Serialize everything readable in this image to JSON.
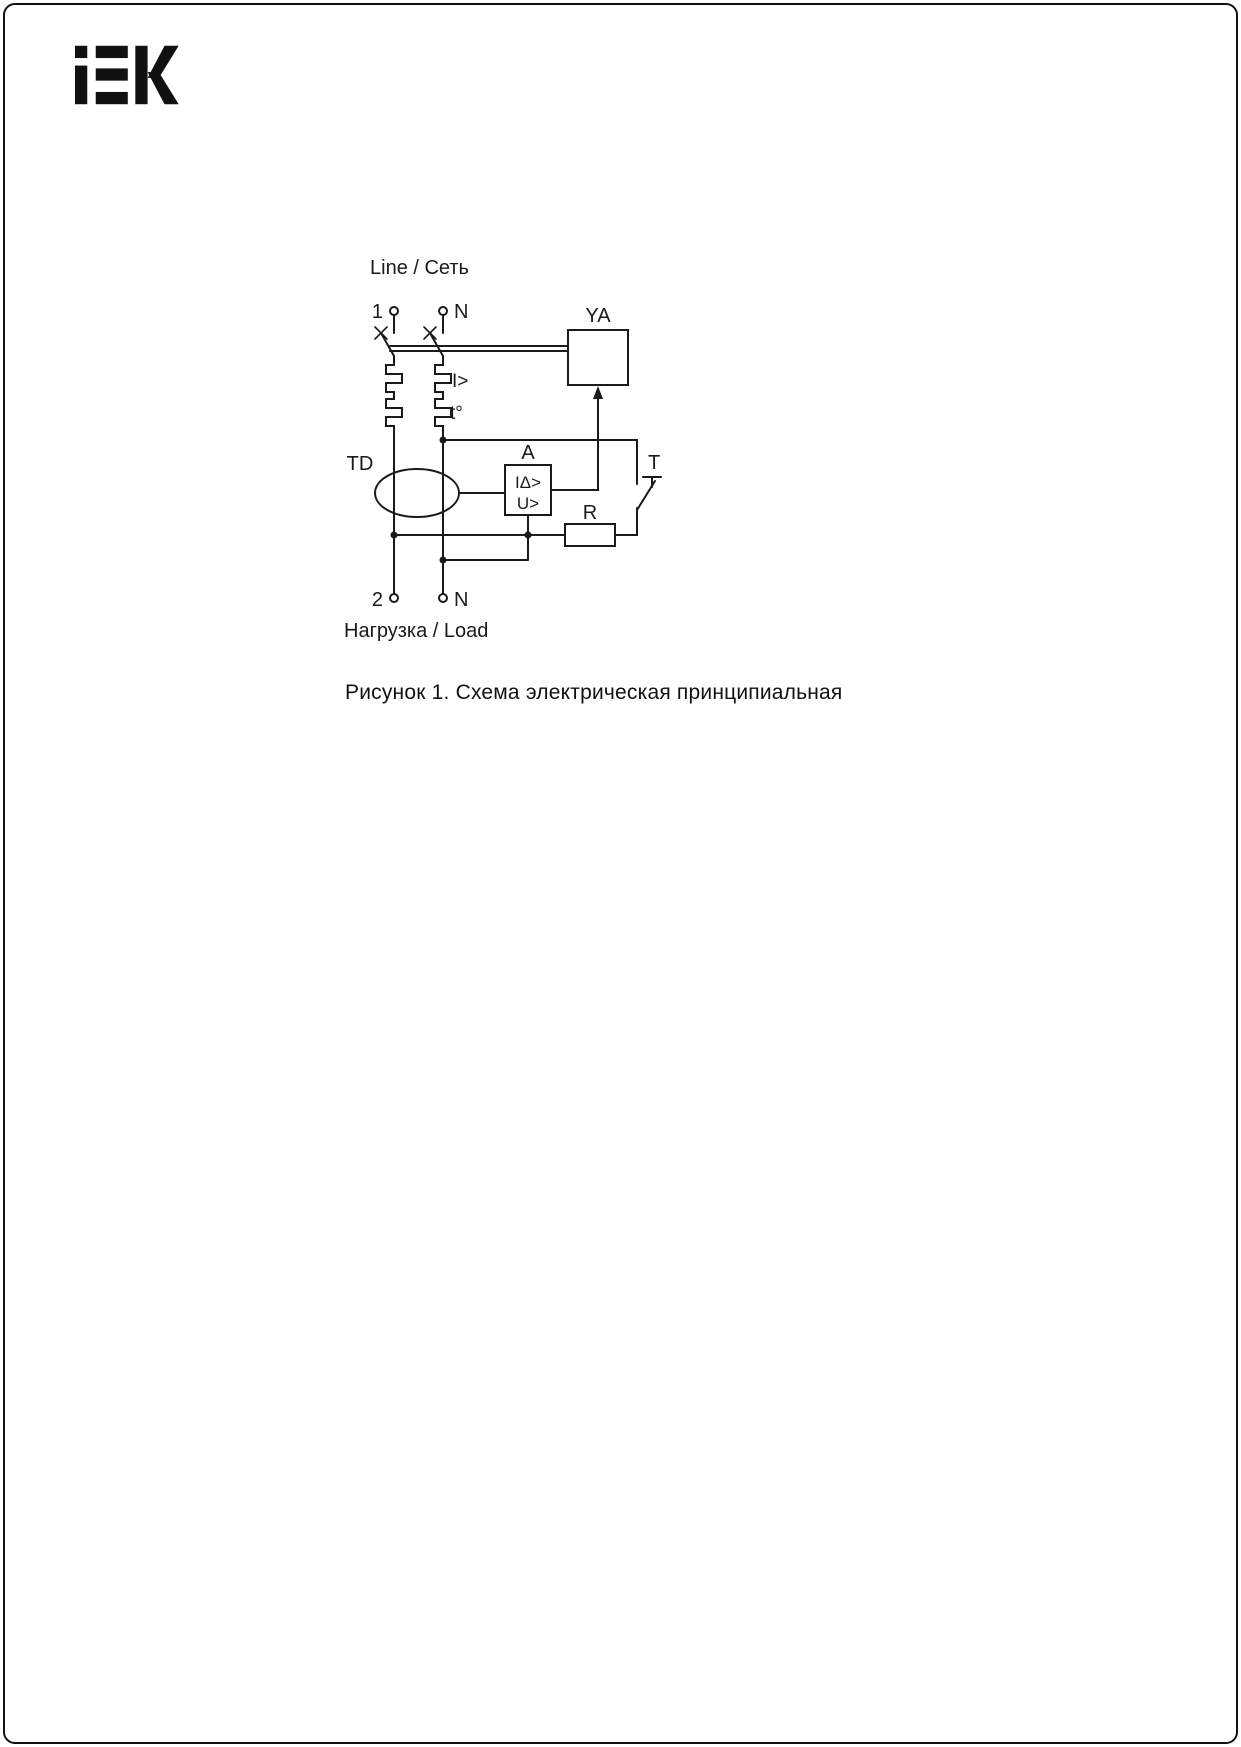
{
  "page": {
    "logo_alt": "IEK",
    "caption": "Рисунок 1. Схема электрическая принципиальная"
  },
  "diagram": {
    "line_label": "Line / Сеть",
    "load_label": "Нагрузка / Load",
    "terminal_1": "1",
    "terminal_n_top": "N",
    "terminal_2": "2",
    "terminal_n_bottom": "N",
    "ya_label": "YA",
    "overcurrent_label": "I>",
    "thermal_label": "t°",
    "td_label": "TD",
    "amplifier_label": "A",
    "amplifier_line1": "IΔ>",
    "amplifier_line2": "U>",
    "test_label": "T",
    "resistor_label": "R",
    "colors": {
      "stroke": "#1a1a1a"
    }
  }
}
